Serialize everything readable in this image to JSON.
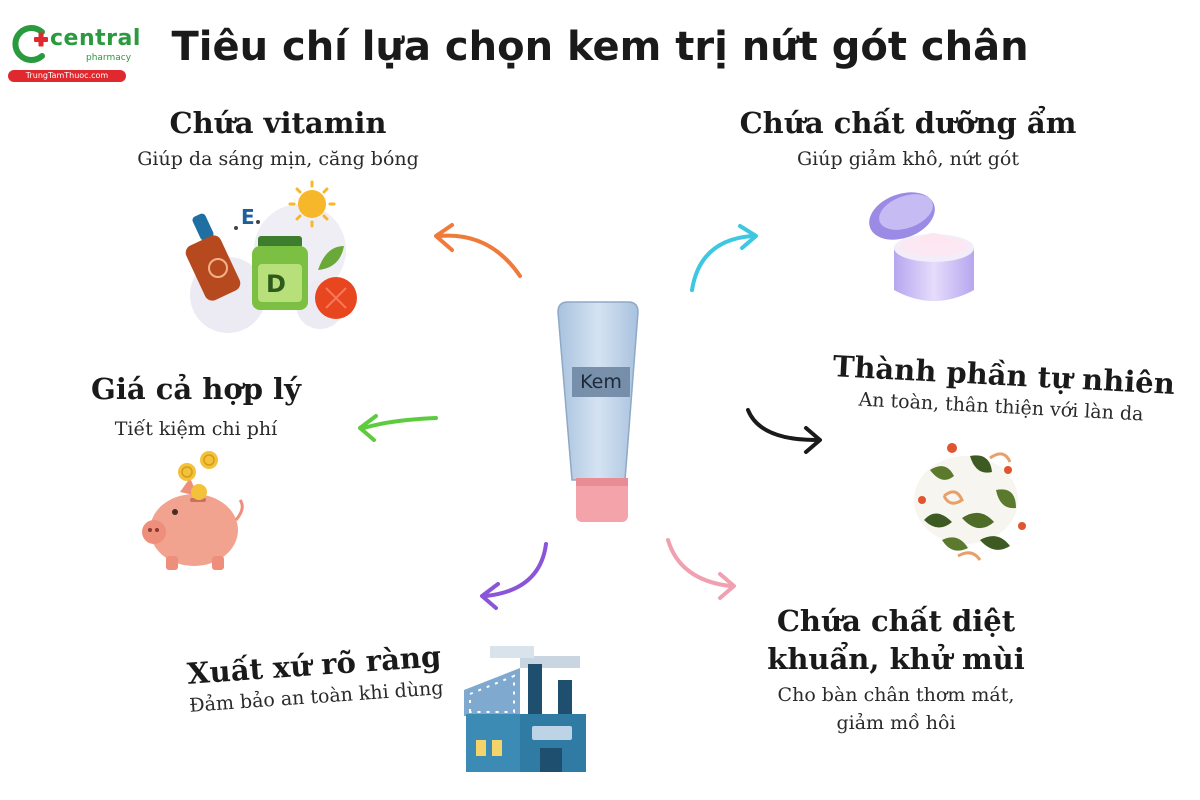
{
  "logo": {
    "brand": "central",
    "sub": "pharmacy",
    "site": "TrungTamThuoc.com",
    "colors": {
      "green": "#2a9a3e",
      "red": "#e0282f"
    }
  },
  "title": "Tiêu chí lựa chọn kem trị nứt gót chân",
  "center_label": "Kem",
  "criteria": {
    "vitamin": {
      "heading": "Chứa vitamin",
      "desc": "Giúp da sáng mịn, căng bóng",
      "vitamin_e": "E",
      "vitamin_d": "D",
      "arrow_color": "#ef7a3a"
    },
    "moisture": {
      "heading": "Chứa chất dưỡng ẩm",
      "desc": "Giúp giảm khô, nứt gót",
      "arrow_color": "#3ec7e0"
    },
    "price": {
      "heading": "Giá cả hợp lý",
      "desc": "Tiết kiệm chi phí",
      "arrow_color": "#5ccc3e"
    },
    "natural": {
      "heading": "Thành phần tự nhiên",
      "desc": "An toàn, thân thiện với làn da",
      "arrow_color": "#1a1a1a"
    },
    "origin": {
      "heading": "Xuất xứ rõ ràng",
      "desc": "Đảm bảo an toàn khi dùng",
      "arrow_color": "#8a55d8"
    },
    "antibacterial": {
      "heading_line1": "Chứa chất diệt",
      "heading_line2": "khuẩn, khử mùi",
      "desc_line1": "Cho bàn chân thơm mát,",
      "desc_line2": "giảm mồ hôi",
      "arrow_color": "#f0a0b0"
    }
  }
}
